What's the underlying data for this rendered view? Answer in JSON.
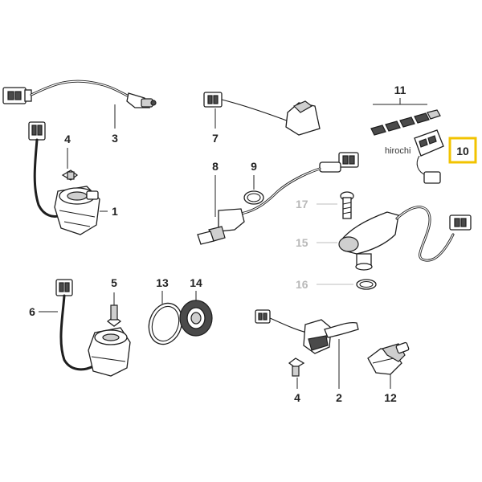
{
  "watermark": "hirochi",
  "highlight_color": "#f2c300",
  "labels": {
    "c1": "1",
    "c2": "2",
    "c3": "3",
    "c4a": "4",
    "c4b": "4",
    "c5": "5",
    "c6": "6",
    "c7": "7",
    "c8": "8",
    "c9": "9",
    "c10": "10",
    "c11": "11",
    "c12": "12",
    "c13": "13",
    "c14": "14",
    "c15": "15",
    "c16": "16",
    "c17": "17"
  }
}
